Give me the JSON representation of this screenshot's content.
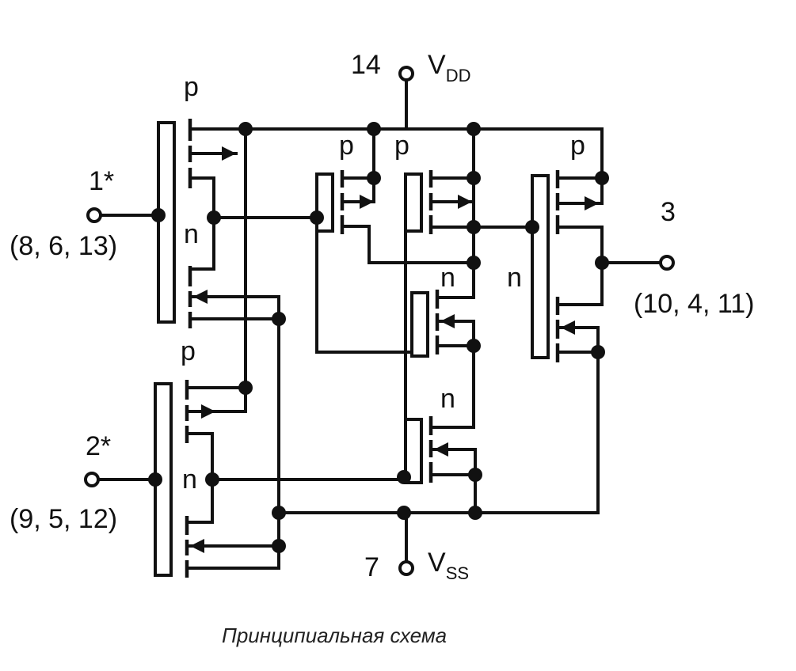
{
  "supply": {
    "vdd_pin": "14",
    "vdd_label": "V",
    "vdd_sub": "DD",
    "vss_pin": "7",
    "vss_label": "V",
    "vss_sub": "SS"
  },
  "inputs": [
    {
      "pin": "1*",
      "pins_other": "(8, 6, 13)"
    },
    {
      "pin": "2*",
      "pins_other": "(9, 5, 12)"
    }
  ],
  "output": {
    "pin": "3",
    "pins_other": "(10, 4, 11)"
  },
  "transistor_labels": {
    "p": "p",
    "n": "n"
  },
  "caption": "Принципиальная схема"
}
